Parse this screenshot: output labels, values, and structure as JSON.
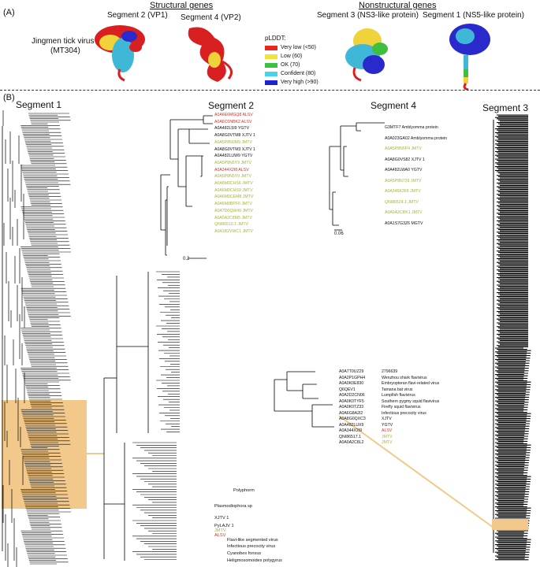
{
  "panel_a": {
    "letter": "(A)",
    "virus_name": "Jingmen tick virus",
    "virus_id": "(MT304)",
    "structural_header": "Structural genes",
    "nonstructural_header": "Nonstructural genes",
    "seg2_label": "Segment 2 (VP1)",
    "seg4_label": "Segment 4 (VP2)",
    "seg3_label": "Segment 3 (NS3-like protein)",
    "seg1_label": "Segment 1 (NS5-like protein)",
    "legend_title": "pLDDT:",
    "legend": [
      {
        "label": "Very low (<50)",
        "color": "#e8261f"
      },
      {
        "label": "Low (60)",
        "color": "#f2e33a"
      },
      {
        "label": "OK (70)",
        "color": "#3fbf3f"
      },
      {
        "label": "Confident (80)",
        "color": "#45d4e8"
      },
      {
        "label": "Very high (>90)",
        "color": "#2222cc"
      }
    ]
  },
  "panel_b": {
    "letter": "(B)",
    "segment1_title": "Segment 1",
    "segment2_title": "Segment 2",
    "segment3_title": "Segment 3",
    "segment4_title": "Segment 4",
    "highlight_color": "#f2c98a",
    "seg2_leaves": [
      {
        "text": "A0A6E6MGQ8 ALSV",
        "color": "red"
      },
      {
        "text": "A0A6C0NBK2 ALSV",
        "color": "red"
      },
      {
        "text": "A0A482L5I9 YGTV",
        "color": "black"
      },
      {
        "text": "A0A8G0VTM8 XJTV 1",
        "color": "black"
      },
      {
        "text": "A0A5P8N0M9 JMTV",
        "color": "olive"
      },
      {
        "text": "A0A8G0VTM3 XJTV 1",
        "color": "black"
      },
      {
        "text": "A0A482LUW9 YGTV",
        "color": "black"
      },
      {
        "text": "A0A5P8N5Y9 JMTV",
        "color": "olive"
      },
      {
        "text": "A0A344X2I8 ALSV",
        "color": "red"
      },
      {
        "text": "A0A5P8N5Y9 JMTV",
        "color": "olive"
      },
      {
        "text": "A0A6M0CHS6 JMTV",
        "color": "olive"
      },
      {
        "text": "A0A6M0CHS9 JMTV",
        "color": "olive"
      },
      {
        "text": "A0A6M0CEM8 JMTV",
        "color": "olive"
      },
      {
        "text": "A0A6M0BPF6 JMTV",
        "color": "olive"
      },
      {
        "text": "A0A7D0QW49 JMTV",
        "color": "olive"
      },
      {
        "text": "A0A0A2C8M5 JMTV",
        "color": "olive"
      },
      {
        "text": "QNI86510.1 JMTV",
        "color": "olive"
      },
      {
        "text": "A0A1B2VWC1 JMTV",
        "color": "olive"
      }
    ],
    "seg2_scale": "0.2",
    "seg4_leaves": [
      {
        "text": "G3MTF7 Amblyomma protein",
        "color": "black"
      },
      {
        "text": "A0A023GA02 Amblyomma protein",
        "color": "black"
      },
      {
        "text": "A0A5P8N5P4 JMTV",
        "color": "olive"
      },
      {
        "text": "A0A8G0VS82 XJTV 1",
        "color": "black"
      },
      {
        "text": "A0A482LWA0 YGTV",
        "color": "black"
      },
      {
        "text": "A0A5P8N739 JMTV",
        "color": "olive"
      },
      {
        "text": "A0A346K368 JMTV",
        "color": "olive"
      },
      {
        "text": "QNI86524.1 JMTV",
        "color": "olive"
      },
      {
        "text": "A0A0A2CBK1 JMTV",
        "color": "olive"
      },
      {
        "text": "A0A1S7G3Z6 MGTV",
        "color": "black"
      }
    ],
    "seg4_scale": "0.06",
    "flavi_leaves": [
      {
        "id": "A0A7T0UZ29",
        "name": "2796639"
      },
      {
        "id": "A0A2P1GPH4",
        "name": "Wenzhou shark flavivirus"
      },
      {
        "id": "A0A0K0E830",
        "name": "Embryopteran flavi-related virus"
      },
      {
        "id": "Q6QEV1",
        "name": "Tamana bat virus"
      },
      {
        "id": "A0A2D2CN06",
        "name": "Lumpfish flavivirus"
      },
      {
        "id": "A0A0K0TYF5",
        "name": "Southern pygmy squid flavivirus"
      },
      {
        "id": "A0A0K0TZ33",
        "name": "Firefly squid flavivirus"
      },
      {
        "id": "A0A6G8A2I2",
        "name": "Infectious precocity virus"
      },
      {
        "id": "A0A8G0QXC3",
        "name": "XJTV"
      },
      {
        "id": "A0A482LUX9",
        "name": "YGTV"
      },
      {
        "id": "A0A344X2I9",
        "name": "ALSV"
      },
      {
        "id": "QNI86517.1",
        "name": "JMTV"
      },
      {
        "id": "A0A0A2C8L2",
        "name": "JMTV"
      }
    ],
    "seg1_detail_labels": [
      {
        "text": "Polyphorm"
      },
      {
        "text": "Flavi-like segmented virus"
      },
      {
        "text": "Infectious precocity virus"
      },
      {
        "text": "Cyanobes fonsus"
      },
      {
        "text": "Heligmosomoides polygyrus"
      },
      {
        "text": "PyLAJV 1"
      },
      {
        "text": "Plasmodiophora sp"
      },
      {
        "text": "XJTV 1"
      },
      {
        "text": "JMTV"
      },
      {
        "text": "ALSV"
      }
    ]
  }
}
